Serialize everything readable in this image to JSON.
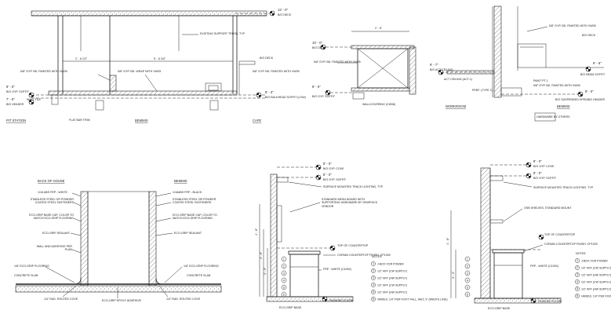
{
  "sheet": {
    "d1": {
      "labels": {
        "datum_top": "12' - 0\"",
        "datum_top_sub": "B/O DECK",
        "truss": "EXISTING SUPPORT TRUSS, TYP",
        "dim_a": "2' - 6 1/2\"",
        "dim_b": "5' - 6 3/4\"",
        "gwb_left": "5/8\" GYP. BD. PAINTED WITH VW05",
        "gwb_mid": "5/8\" GYP. BD. WRAP WITH VW05",
        "gwb_right": "5/8\" GYP. BD. PAINTED WITH VW05",
        "deck_right": "B/O DECK",
        "elev_left": "8' - 0\"",
        "elev_left_sub": "B/O GYP. SOFFIT",
        "elev_left2": "7' - 8\"",
        "elev_left2_sub": "B/O HEADER",
        "wall_tile": "WALL TILE",
        "elev_right": "8' - 3\"",
        "elev_right_sub": "B/O BULKHEAD SOFFIT (LOW)",
        "flat_bar": "FLAT BAR TRIM"
      },
      "titles": {
        "left": "PIT STATION",
        "mid": "BEMMIS",
        "right": "CAFE"
      }
    },
    "d2": {
      "labels": {
        "dim_top": "2' - 6\"",
        "elev_top": "10' - 0\"",
        "elev_top_sub": "B/O DECK",
        "gwb": "5/8\" GYP. BD. PAINTED WITH VW05",
        "elev_bot": "9' - 0\"",
        "elev_bot_sub": "B/O GYP. SOFFIT",
        "wallcovering": "WALLCOVERING (CW06)"
      }
    },
    "d3": {
      "labels": {
        "gwb_top": "5/8\" GYP. BD. PAINTED WITH VW05",
        "deck": "B/O DECK",
        "elev_left": "9' - 7\"",
        "elev_left_sub": "B/O ACT CEILING",
        "act": "ACT CEILING (ACT-1)",
        "elev_right": "9' - 6\"",
        "elev_right_sub": "B/O BEAM SOFFIT",
        "paint": "PAINT PT-1",
        "gwb_low": "5/8\" GYP. BD. PAINTED WITH VW05",
        "elev_low": "9' - 0\"",
        "elev_low_sub": "B/O SUSPENDED OPENING HEADER",
        "perf": "PERF. (TYPE C)",
        "stamp": "HARDWARE BY OTHERS"
      },
      "titles": {
        "left": "WORKROOM",
        "right": "BEMMIS"
      }
    },
    "d4": {
      "labels": {
        "hdr_left": "BACK OF HOUSE",
        "hdr_right": "BEMMIS",
        "frp": "1/16 ABS FRP - WHITE",
        "frp_right": "1/16ABS FRP - BLACK",
        "steel_left": "STAINLESS STEEL OR POWDER COATED STEEL FASTENERS",
        "steel_right": "STAINLESS STEEL OR POWDER COATED STEEL FASTENERS",
        "base_left": "ECO-GRIP BASE CAP, COLOR TO MATCH ECO-GRIP FLOORING",
        "base_right": "ECO-GRIP BASE CAP, COLOR TO MATCH ECO-GRIP FLOORING",
        "sealant_left": "ECO-GRIP SEALANT",
        "sealant_right": "ECO-GRIP SEALANT",
        "wall": "WALL AND ADHESIVE PER PLAN",
        "flooring_left": "1/8\" ECO-GRIP FLOORING",
        "flooring_right": "1/8\" ECO-GRIP FLOORING",
        "slab_left": "CONCRETE SLAB",
        "slab_right": "CONCRETE SLAB",
        "cove_left": "1/4\" RAD. ROUTED COVE",
        "cove_right": "1/4\" RAD. ROUTED COVE",
        "epoxy": "ECO-GRIP EPOXY ADHESIVE"
      }
    },
    "d5": {
      "labels": {
        "e1": "8' - 0\"",
        "e1_sub": "B/O GYP. COVE",
        "e2": "8' - 0\"",
        "e2_sub": "B/O GYP. SOFFIT",
        "track": "SURFACE MOUNTED TRACK LIGHTING, TYP.",
        "menu": "STANDARD MENU BOARD WITH SUPPORTING HARDWARE BY GRAPHICS VENDOR",
        "top": "TOP OF COUNTERTOP",
        "corian": "CORIAN COUNTERTOP FINISH: CP1000",
        "frp": "FRP - WHITE (C1000)",
        "base": "ECO-GRIP BASE",
        "floor": "FINISHED FLOOR",
        "v1": "3' - 0\"",
        "v2": "3' - 6\"",
        "v3": "4' - 8\"",
        "notes_title": "NOTES:",
        "notes": [
          "J-BOX FOR POWER",
          "1/2\" AFF (CW SUPPLY)",
          "1/2\" AFF (HW SUPPLY)",
          "1/2\" AFF (CW SUPPLY)",
          "1/2\" AFF (HW SUPPLY)",
          "VARIES: 1/4\" PER FOOT FALL, WEC 3\" (WASTE LINE)"
        ]
      }
    },
    "d6": {
      "labels": {
        "e1": "8' - 0\"",
        "e1_sub": "B/O GYP. COVE",
        "e2": "8' - 0\"",
        "e2_sub": "B/O GYP. SOFFIT",
        "track": "SURFACE MOUNTED TRACK LIGHTING, TYP.",
        "shelf": "OSB SHELVES, STANDARD MOUNT",
        "top": "TOP OF COUNTERTOP",
        "corian": "CORIAN COUNTERTOP FINISH: CP1000",
        "frp": "FRP - WHITE (C1000)",
        "base": "ECO-GRIP BASE",
        "floor": "FINISHED FLOOR",
        "v1": "3' - 0\"",
        "v2": "4' - 8\"",
        "notes_title": "NOTES:",
        "notes": [
          "J-BOX FOR POWER",
          "1/2\" AFF (CW SUPPLY)",
          "1/2\" AFF (HW SUPPLY)",
          "1/2\" AFF (CW SUPPLY)",
          "1/2\" AFF (HW SUPPLY)",
          "VARIES: 1/4\" PER FOOT FALL, WEC 3\" (WASTE LINE)"
        ]
      }
    }
  }
}
